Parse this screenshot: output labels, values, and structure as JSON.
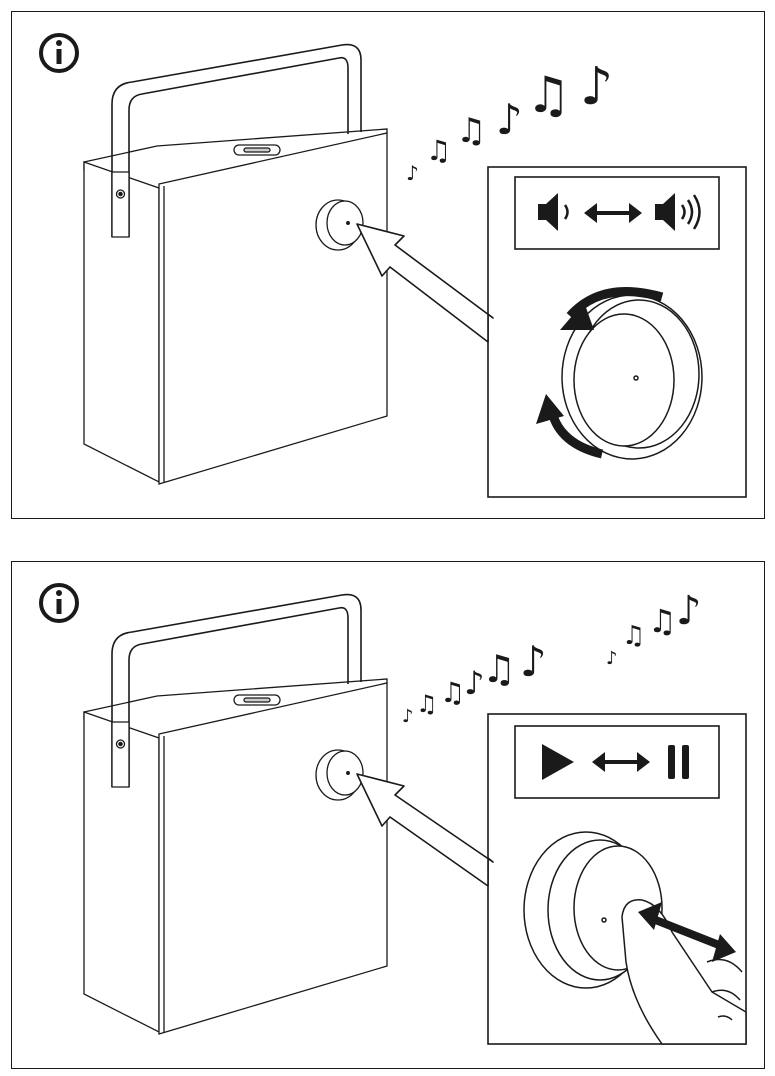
{
  "panels": [
    {
      "id": "volume",
      "icon": "info-icon",
      "control": "rotate-knob",
      "indicator_icons": [
        "speaker-quiet-icon",
        "double-arrow-icon",
        "speaker-loud-icon"
      ]
    },
    {
      "id": "play-pause",
      "icon": "info-icon",
      "control": "push-knob",
      "indicator_icons": [
        "play-icon",
        "double-arrow-icon",
        "pause-icon"
      ]
    }
  ],
  "colors": {
    "line": "#1a1a1a",
    "fill": "#ffffff",
    "shade": "#f2f2f2"
  }
}
